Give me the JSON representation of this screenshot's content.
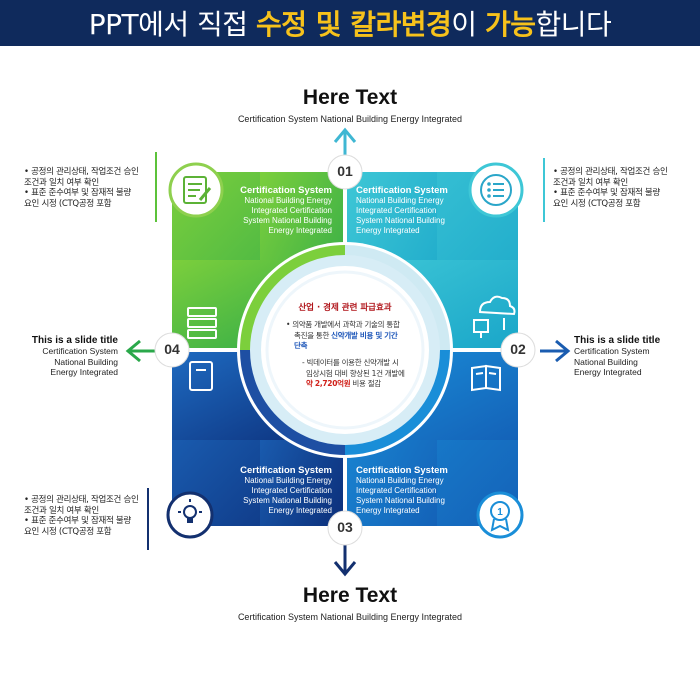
{
  "banner": {
    "part1": "PPT에서 직접 ",
    "hl1": "수정 및 칼라변경",
    "part2": "이 ",
    "hl2": "가능",
    "part3": "합니다"
  },
  "top": {
    "title": "Here Text",
    "subtitle": "Certification System National Building Energy Integrated"
  },
  "bottom": {
    "title": "Here Text",
    "subtitle": "Certification System National Building Energy Integrated"
  },
  "badges": {
    "b01": "01",
    "b02": "02",
    "b03": "03",
    "b04": "04"
  },
  "quadrants": {
    "tl": {
      "title": "Certification System",
      "body": [
        "National Building Energy",
        "Integrated Certification",
        "System National Building",
        "Energy Integrated"
      ]
    },
    "tr": {
      "title": "Certification System",
      "body": [
        "National Building Energy",
        "Integrated Certification",
        "System National Building",
        "Energy Integrated"
      ]
    },
    "bl": {
      "title": "Certification System",
      "body": [
        "National Building Energy",
        "Integrated Certification",
        "System National Building",
        "Energy Integrated"
      ]
    },
    "br": {
      "title": "Certification System",
      "body": [
        "National Building Energy",
        "Integrated Certification",
        "System National Building",
        "Energy Integrated"
      ]
    }
  },
  "bullets": {
    "top_left": [
      "• 공정의 관리상태, 작업조건 승인",
      "  조건과 일치 여부 확인",
      "• 표준 준수여부 및 잠재적 불량",
      "  요인 시정 (CTQ공정 포함"
    ],
    "top_right": [
      "• 공정의 관리상태, 작업조건 승인",
      "  조건과 일치 여부 확인",
      "• 표준 준수여부 및 잠재적 불량",
      "  요인 시정 (CTQ공정 포함"
    ],
    "bottom_left": [
      "• 공정의 관리상태, 작업조건 승인",
      "  조건과 일치 여부 확인",
      "• 표준 준수여부 및 잠재적 불량",
      "  요인 시정 (CTQ공정 포함"
    ]
  },
  "sides": {
    "left": {
      "title": "This is a slide title",
      "lines": [
        "Certification System",
        "National Building",
        "Energy Integrated"
      ]
    },
    "right": {
      "title": "This is a slide title",
      "lines": [
        "Certification System",
        "National Building",
        "Energy Integrated"
      ]
    }
  },
  "center": {
    "title": "산업 · 경제 관련 파급효과",
    "p1_a": "• 의약품 개발에서 과학과 기술의 통합",
    "p1_b": "촉진을 통한 ",
    "p1_b_hl": "신약개발 비용 및 기간",
    "p1_c": "단축",
    "p2_a": "- 빅데이터를 이용한 신약개발 시",
    "p2_b": "임상시험 대비 향상된 1건 개발에",
    "p2_c_hl": "약 2,720억원",
    "p2_c": " 비용 절감"
  },
  "icons": {
    "top_left": "checklist-icon",
    "top_right": "list-circle-icon",
    "bottom_left": "lightbulb-icon",
    "bottom_right": "award-medal-icon",
    "tl_inner": "server-stack-icon",
    "tr_inner": "cloud-network-icon",
    "bl_inner": "notebook-icon",
    "br_inner": "open-book-icon"
  },
  "colors": {
    "banner_bg": "#0f2a5c",
    "banner_highlight": "#f7c21b",
    "green": "#5cc23a",
    "teal": "#2cb7d4",
    "navy": "#123a86",
    "blue": "#1f8ad6",
    "accent_red": "#b0141a"
  }
}
